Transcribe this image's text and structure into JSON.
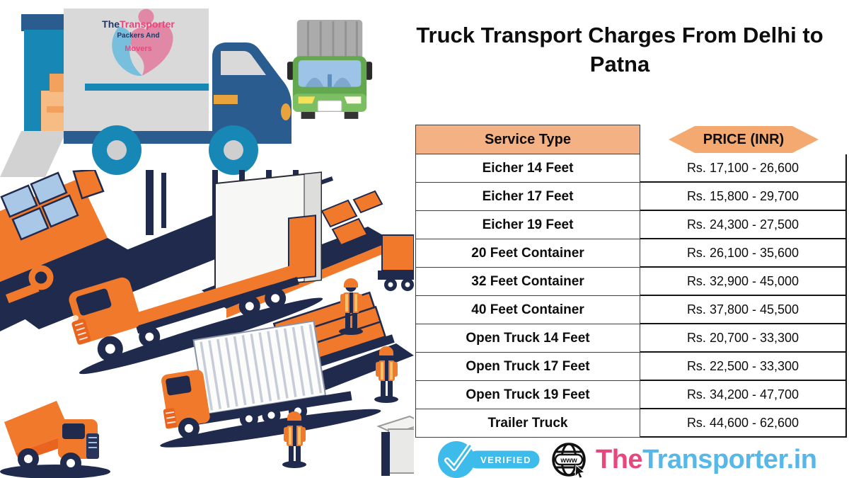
{
  "title": "Truck Transport Charges From Delhi to Patna",
  "logo": {
    "line1_the": "The",
    "line1_transporter": "Transporter",
    "line2": "Packers And",
    "line3": "Movers"
  },
  "table": {
    "headers": {
      "service": "Service Type",
      "price": "PRICE (INR)"
    },
    "rows": [
      {
        "service": "Eicher 14 Feet",
        "price": "Rs. 17,100 - 26,600"
      },
      {
        "service": "Eicher 17 Feet",
        "price": "Rs. 15,800 - 29,700"
      },
      {
        "service": "Eicher 19 Feet",
        "price": "Rs. 24,300 - 27,500"
      },
      {
        "service": "20 Feet Container",
        "price": "Rs. 26,100 - 35,600"
      },
      {
        "service": "32 Feet Container",
        "price": "Rs. 32,900 - 45,000"
      },
      {
        "service": "40 Feet Container",
        "price": "Rs. 37,800 - 45,500"
      },
      {
        "service": "Open Truck 14 Feet",
        "price": "Rs. 20,700 - 33,300"
      },
      {
        "service": "Open Truck 17 Feet",
        "price": "Rs. 22,500 - 33,300"
      },
      {
        "service": "Open Truck 19 Feet",
        "price": "Rs. 34,200 - 47,700"
      },
      {
        "service": "Trailer Truck",
        "price": "Rs. 44,600 - 62,600"
      }
    ]
  },
  "footer": {
    "verified_label": "VERIFIED",
    "globe_label": "www",
    "brand_the": "The",
    "brand_rest": "Transporter.in"
  },
  "icons": {
    "verified": "verified-check-badge-icon",
    "globe": "globe-www-icon",
    "moving_truck": "moving-truck-illustration",
    "green_truck": "green-truck-front-icon",
    "warehouse": "warehouse-logistics-illustration"
  },
  "colors": {
    "table_header_bg": "#F4B183",
    "truck_orange": "#F0792B",
    "navy": "#1F2A4C",
    "teal": "#1787B5",
    "cab_blue": "#2B5C8F",
    "brand_pink": "#E8477E",
    "brand_sky_blue": "#56B8E8",
    "verified_blue": "#3DBBEB",
    "green_truck": "#63A84F",
    "crate_blue": "#A9C7E6"
  }
}
